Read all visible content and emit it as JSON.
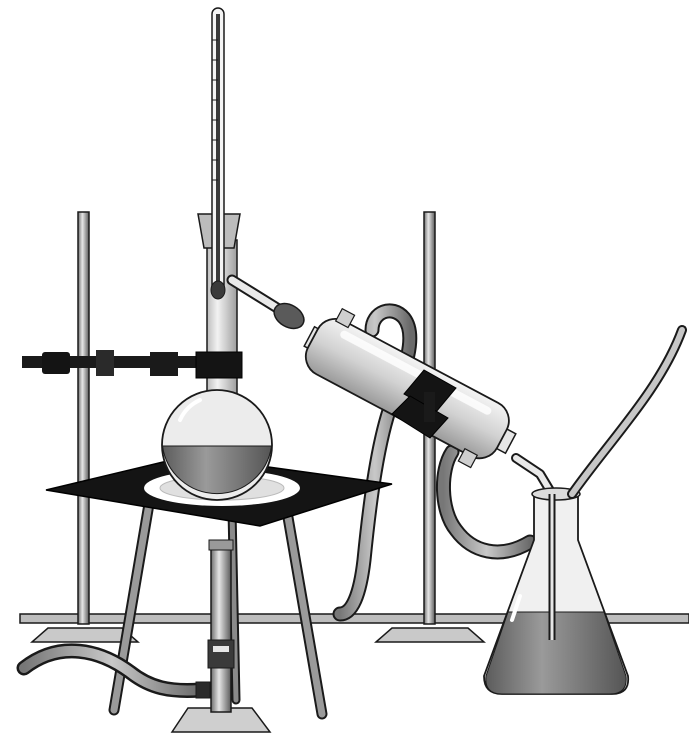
{
  "figure": {
    "subject": "",
    "colors": {
      "background": "#ffffff",
      "outline": "#1a1a1a",
      "dark": "#141414",
      "liquid": "#7a7a7a",
      "glass": "#d9d9d9",
      "metal": "#a9a9a9",
      "tubing": "#8c8c8c"
    },
    "components": [
      {
        "id": "thermometer",
        "icon": "thermometer-icon"
      },
      {
        "id": "rubber-stopper",
        "icon": "stopper-icon"
      },
      {
        "id": "distillation-flask",
        "icon": "round-bottom-flask-icon"
      },
      {
        "id": "side-arm",
        "icon": "glass-tube-icon"
      },
      {
        "id": "condenser",
        "icon": "condenser-icon"
      },
      {
        "id": "condenser-clamp",
        "icon": "clamp-icon"
      },
      {
        "id": "flask-clamp",
        "icon": "clamp-icon"
      },
      {
        "id": "retort-stand-left",
        "icon": "stand-rod-icon"
      },
      {
        "id": "retort-stand-right",
        "icon": "stand-rod-icon"
      },
      {
        "id": "wire-gauze",
        "icon": "gauze-icon"
      },
      {
        "id": "tripod",
        "icon": "tripod-icon"
      },
      {
        "id": "bunsen-burner",
        "icon": "burner-icon"
      },
      {
        "id": "gas-hose",
        "icon": "hose-icon"
      },
      {
        "id": "water-inlet-hose",
        "icon": "hose-icon"
      },
      {
        "id": "water-outlet-hose",
        "icon": "hose-icon"
      },
      {
        "id": "conical-flask",
        "icon": "erlenmeyer-flask-icon"
      },
      {
        "id": "bench",
        "icon": "bench-icon"
      }
    ],
    "labels": []
  }
}
